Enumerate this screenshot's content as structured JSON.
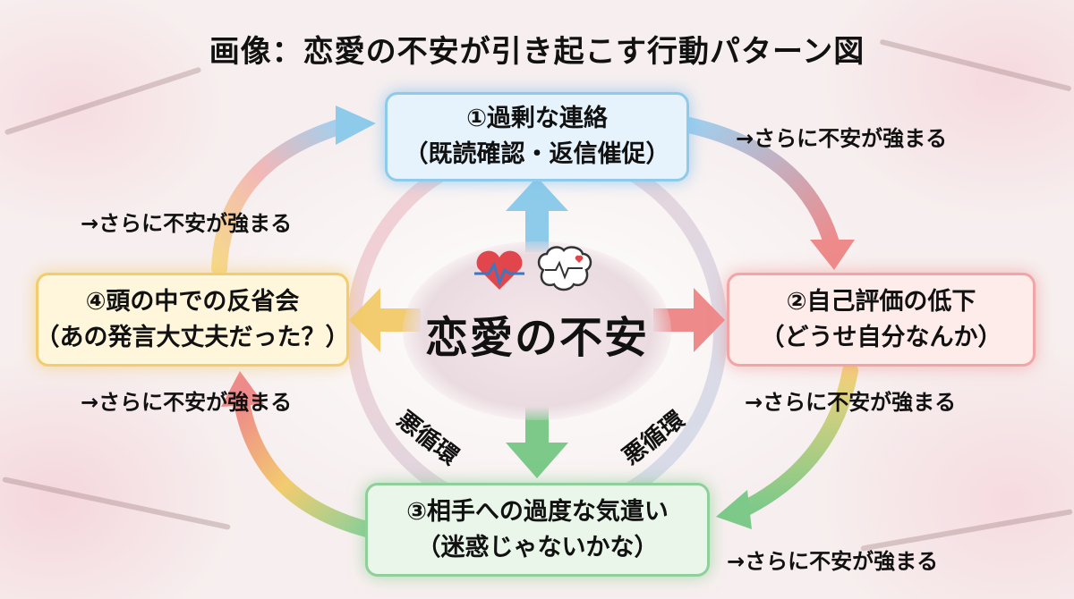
{
  "title": "画像：恋愛の不安が引き起こす行動パターン図",
  "center": {
    "label": "恋愛の不安",
    "icons": [
      "heart-pulse-icon",
      "brain-pulse-icon"
    ]
  },
  "vicious_cycle_label": "悪循環",
  "boxes": [
    {
      "line1": "①過剰な連絡",
      "line2": "（既読確認・返信催促）"
    },
    {
      "line1": "②自己評価の低下",
      "line2": "（どうせ自分なんか）"
    },
    {
      "line1": "③相手への過度な気遣い",
      "line2": "（迷惑じゃないかな）"
    },
    {
      "line1": "④頭の中での反省会",
      "line2": "（あの発言大丈夫だった？）"
    }
  ],
  "cycle_note": "→さらに不安が強まる",
  "colors": {
    "blue": "#8ecbea",
    "red": "#ee8a8a",
    "green": "#7cc98a",
    "yellow": "#f2cc6e"
  }
}
